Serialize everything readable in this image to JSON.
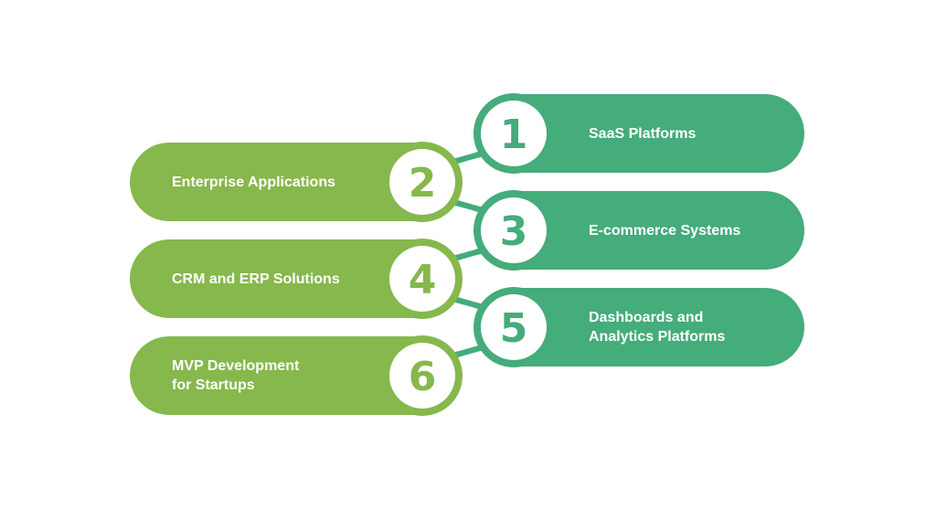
{
  "colors": {
    "right_pill": "#45ac7b",
    "left_pill": "#86b84d",
    "connector": "#45ac7b",
    "ring_white": "#ffffff"
  },
  "items": [
    {
      "number": "1",
      "label_lines": [
        "SaaS Platforms"
      ],
      "side": "right"
    },
    {
      "number": "2",
      "label_lines": [
        "Enterprise Applications"
      ],
      "side": "left"
    },
    {
      "number": "3",
      "label_lines": [
        "E-commerce Systems"
      ],
      "side": "right"
    },
    {
      "number": "4",
      "label_lines": [
        "CRM and ERP Solutions"
      ],
      "side": "left"
    },
    {
      "number": "5",
      "label_lines": [
        "Dashboards and",
        "Analytics Platforms"
      ],
      "side": "right"
    },
    {
      "number": "6",
      "label_lines": [
        "MVP Development",
        "for Startups"
      ],
      "side": "left"
    }
  ]
}
